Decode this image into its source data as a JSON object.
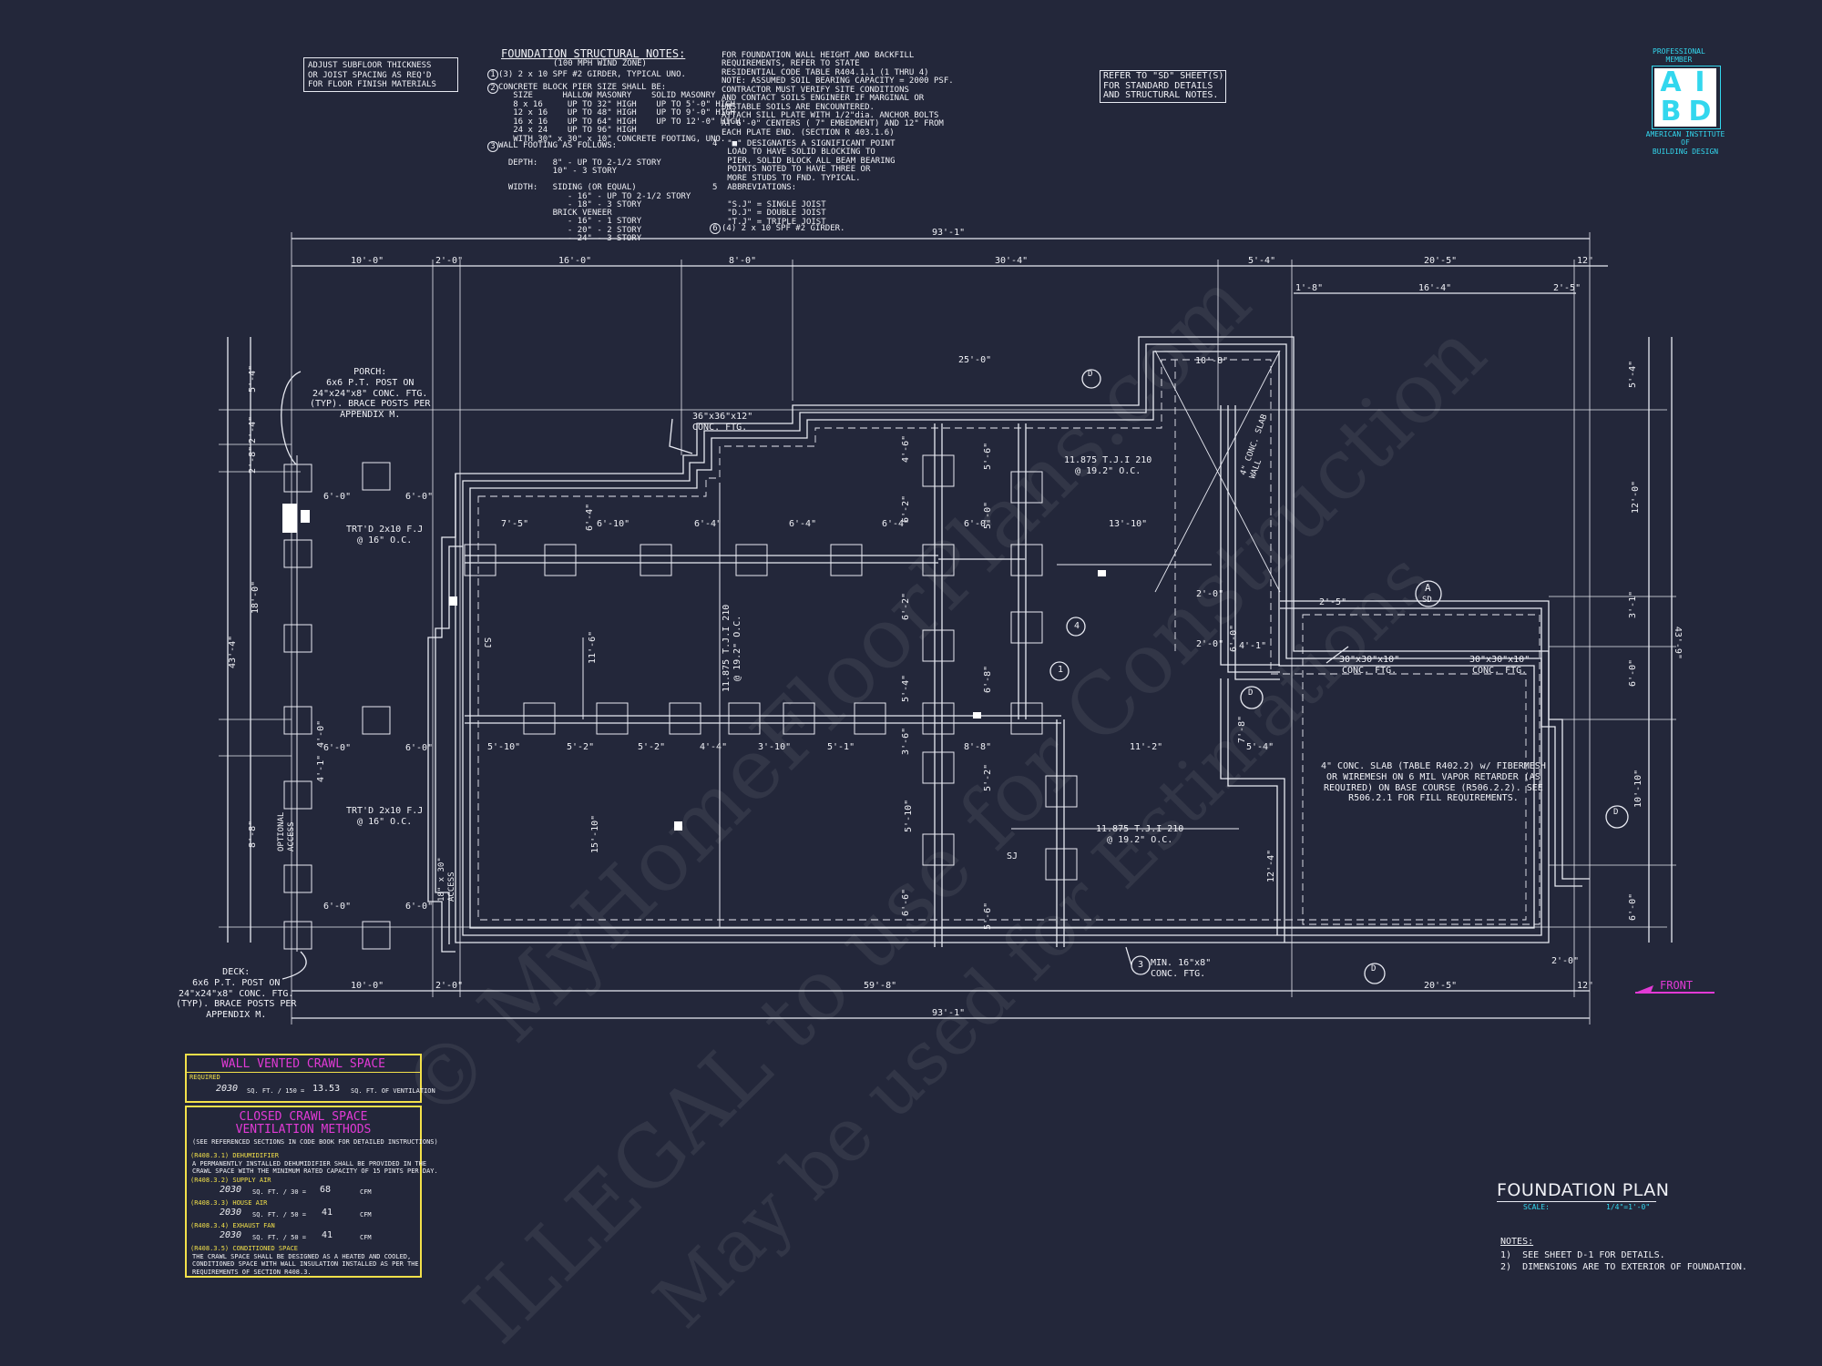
{
  "subfloor_note": "ADJUST SUBFLOOR THICKNESS\nOR JOIST SPACING AS REQ'D\nFOR FLOOR FINISH MATERIALS",
  "notes": {
    "title": "FOUNDATION STRUCTURAL NOTES:",
    "subtitle": "(100 MPH WIND ZONE)",
    "n1": "(3) 2 x 10 SPF #2 GIRDER, TYPICAL UNO.",
    "n2": "CONCRETE BLOCK PIER SIZE SHALL BE:\n   SIZE      HALLOW MASONRY    SOLID MASONRY\n   8 x 16     UP TO 32\" HIGH    UP TO 5'-0\" HIGH\n   12 x 16    UP TO 48\" HIGH    UP TO 9'-0\" HIGH\n   16 x 16    UP TO 64\" HIGH    UP TO 12'-0\" HIGH\n   24 x 24    UP TO 96\" HIGH\n   WITH 30\" x 30\" x 10\" CONCRETE FOOTING, UNO.",
    "n3": "WALL FOOTING AS FOLLOWS:\n\n  DEPTH:   8\" - UP TO 2-1/2 STORY\n           10\" - 3 STORY\n\n  WIDTH:   SIDING (OR EQUAL)\n              - 16\" - UP TO 2-1/2 STORY\n              - 18\" - 3 STORY\n           BRICK VENEER\n              - 16\" - 1 STORY\n              - 20\" - 2 STORY\n              - 24\" - 3 STORY",
    "col2a": "FOR FOUNDATION WALL HEIGHT AND BACKFILL\nREQUIREMENTS, REFER TO STATE\nRESIDENTIAL CODE TABLE R404.1.1 (1 THRU 4)\nNOTE: ASSUMED SOIL BEARING CAPACITY = 2000 PSF.\nCONTRACTOR MUST VERIFY SITE CONDITIONS\nAND CONTACT SOILS ENGINEER IF MARGINAL OR\nUNSTABLE SOILS ARE ENCOUNTERED.",
    "col2b": "ATTACH SILL PLATE WITH 1/2\"dia. ANCHOR BOLTS\nAT 6'-0\" CENTERS ( 7\" EMBEDMENT) AND 12\" FROM\nEACH PLATE END. (SECTION R 403.1.6)",
    "n4": "4  \"■\" DESIGNATES A SIGNIFICANT POINT\n   LOAD TO HAVE SOLID BLOCKING TO\n   PIER. SOLID BLOCK ALL BEAM BEARING\n   POINTS NOTED TO HAVE THREE OR\n   MORE STUDS TO FND. TYPICAL.",
    "n5": "5  ABBREVIATIONS:\n\n   \"S.J\" = SINGLE JOIST\n   \"D.J\" = DOUBLE JOIST\n   \"T.J\" = TRIPLE JOIST",
    "n6": "(4) 2 x 10 SPF #2 GIRDER."
  },
  "refer_note": "REFER TO \"SD\" SHEET(S)\nFOR STANDARD DETAILS\nAND STRUCTURAL NOTES.",
  "logo": {
    "top": "PROFESSIONAL\nMEMBER",
    "letters": [
      "A",
      "I",
      "B",
      "D"
    ],
    "bottom": "AMERICAN INSTITUTE\nOF\nBUILDING DESIGN"
  },
  "plan_labels": {
    "porch": "PORCH:\n6x6 P.T. POST ON\n24\"x24\"x8\" CONC. FTG.\n(TYP). BRACE POSTS PER\nAPPENDIX M.",
    "deck": "DECK:\n6x6 P.T. POST ON\n24\"x24\"x8\" CONC. FTG.\n(TYP). BRACE POSTS PER\nAPPENDIX M.",
    "conc_ftg_36": "36\"x36\"x12\"\nCONC. FTG.",
    "trtd_1": "TRT'D 2x10 F.J\n@ 16\" O.C.",
    "trtd_2": "TRT'D 2x10 F.J\n@ 16\" O.C.",
    "tji_1": "11.875 T.J.I 210\n@ 19.2\" O.C.",
    "tji_2": "11.875 T.J.I 210\n@ 19.2\" O.C.",
    "tji_v": "11.875 T.J.I 210\n@ 19.2\" O.C.",
    "ftg_30a": "30\"x30\"x10\"\nCONC. FTG.",
    "ftg_30b": "30\"x30\"x10\"\nCONC. FTG.",
    "slab": "4\" CONC. SLAB (TABLE R402.2) w/ FIBERMESH\nOR WIREMESH ON 6 MIL VAPOR RETARDER (AS\nREQUIRED) ON BASE COURSE (R506.2.2). SEE\nR506.2.1 FOR FILL REQUIREMENTS.",
    "min_ftg": "MIN. 16\"x8\"\nCONC. FTG.",
    "front": "FRONT",
    "sj_1": "SJ",
    "sj_2": "SJ",
    "optional_access": "OPTIONAL\nACCESS",
    "access": "18\" x 30\"\nACCESS",
    "conc_slab_side": "4\" CONC. SLAB\nWALL",
    "sec_a": "A",
    "sec_sd": "SD",
    "tag_1": "1",
    "tag_3": "3",
    "tag_4": "4",
    "tag_d": "D"
  },
  "dims": {
    "top_total": "93'-1\"",
    "top": [
      "10'-0\"",
      "2'-0\"",
      "16'-0\"",
      "8'-0\"",
      "30'-4\"",
      "5'-4\"",
      "20'-5\"",
      "12\""
    ],
    "top2": [
      "1'-8\"",
      "16'-4\"",
      "2'-5\""
    ],
    "d25": "25'-0\"",
    "d10_8": "10'-8\"",
    "bot": [
      "10'-0\"",
      "2'-0\"",
      "59'-8\"",
      "20'-5\"",
      "12\""
    ],
    "bot_total": "93'-1\"",
    "left_total": "43'-4\"",
    "left": [
      "5'-4\"",
      "2'-4\"",
      "2'-8\"",
      "18'-0\"",
      "8'-8\"",
      "4'-0\"",
      "4'-1\""
    ],
    "right_total": "43'-9\"",
    "right": [
      "5'-4\"",
      "12'-0\"",
      "3'-1\"",
      "6'-0\"",
      "10'-10\"",
      "6'-0\""
    ],
    "row1": [
      "7'-5\"",
      "6'-10\"",
      "6'-4\"",
      "6'-4\"",
      "6'-4\"",
      "6'-0\"",
      "13'-10\""
    ],
    "row2": [
      "5'-10\"",
      "5'-2\"",
      "5'-2\"",
      "4'-4\"",
      "3'-10\"",
      "5'-1\"",
      "8'-8\"",
      "11'-2\"",
      "5'-4\""
    ],
    "deck_row": [
      "6'-0\"",
      "6'-0\"",
      "6'-0\"",
      "6'-0\"",
      "6'-0\"",
      "6'-0\""
    ],
    "inner_v": [
      "6'-4\"",
      "11'-6\"",
      "15'-10\"",
      "5'-10\"",
      "6'-6\"",
      "6'-2\"",
      "6'-2\"",
      "5'-4\"",
      "3'-6\"",
      "4'-6\"",
      "5'-6\"",
      "5'-0\"",
      "6'-8\"",
      "5'-2\"",
      "5'-6\"",
      "12'-4\"",
      "7'-8\"",
      "6'-0\"",
      "2'-0\"",
      "2'-0\"",
      "4'-1\"",
      "2'-5\"",
      "2'-0\""
    ]
  },
  "vent": {
    "title": "WALL VENTED CRAWL SPACE",
    "required": "REQUIRED",
    "area": "2030",
    "area_unit": "SQ. FT. / 150 =",
    "result": "13.53",
    "result_unit": "SQ. FT. OF VENTILATION"
  },
  "closed": {
    "title": "CLOSED CRAWL SPACE\nVENTILATION METHODS",
    "sub": "(SEE REFERENCED SECTIONS IN CODE BOOK FOR DETAILED INSTRUCTIONS)",
    "dehum_head": "(R408.3.1) DEHUMIDIFIER",
    "dehum_text": "A PERMANENTLY INSTALLED DEHUMIDIFIER SHALL BE PROVIDED IN THE\nCRAWL SPACE WITH THE MINIMUM RATED CAPACITY OF 15 PINTS PER DAY.",
    "supply_head": "(R408.3.2) SUPPLY AIR",
    "supply_area": "2030",
    "supply_op": "SQ. FT. / 30 =",
    "supply_val": "68",
    "supply_unit": "CFM",
    "house_head": "(R408.3.3) HOUSE AIR",
    "house_area": "2030",
    "house_op": "SQ. FT. / 50 =",
    "house_val": "41",
    "house_unit": "CFM",
    "exhaust_head": "(R408.3.4) EXHAUST FAN",
    "exhaust_area": "2030",
    "exhaust_op": "SQ. FT. / 50 =",
    "exhaust_val": "41",
    "exhaust_unit": "CFM",
    "cond_head": "(R408.3.5) CONDITIONED SPACE",
    "cond_text": "THE CRAWL SPACE SHALL BE DESIGNED AS A HEATED AND COOLED,\nCONDITIONED SPACE WITH WALL INSULATION INSTALLED AS PER THE\nREQUIREMENTS OF SECTION R408.3."
  },
  "title_block": {
    "title": "FOUNDATION PLAN",
    "scale_label": "SCALE:",
    "scale_value": "1/4\"=1'-0\"",
    "notes_head": "NOTES:",
    "note1": "1)  SEE SHEET D-1 FOR DETAILS.",
    "note2": "2)  DIMENSIONS ARE TO EXTERIOR OF FOUNDATION."
  },
  "watermark": {
    "line1": "© MyHomeFloorPlans.com",
    "line2": "ILLEGAL to use for Construction",
    "line3": "May be used for Estimations"
  },
  "colors": {
    "background": "#23273a",
    "line": "#e8eaf2",
    "accent_yellow": "#f2e04a",
    "accent_magenta": "#e23ad6",
    "accent_cyan": "#33d7ee"
  }
}
